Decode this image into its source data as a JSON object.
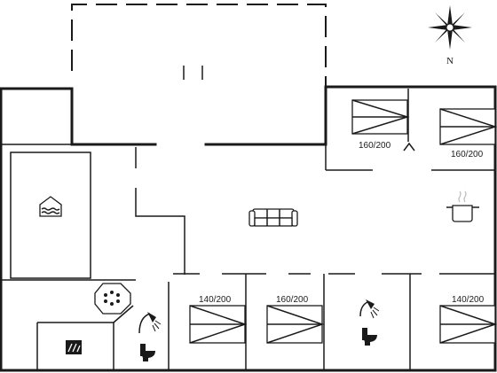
{
  "compass": {
    "north_label": "N"
  },
  "beds": [
    {
      "id": "bed-1",
      "label": "160/200"
    },
    {
      "id": "bed-2",
      "label": "160/200"
    },
    {
      "id": "bed-3",
      "label": "140/200"
    },
    {
      "id": "bed-4",
      "label": "160/200"
    },
    {
      "id": "bed-5",
      "label": "140/200"
    }
  ],
  "icons": {
    "pool": "pool-icon",
    "sofa": "sofa-icon",
    "cooking_pot": "cooking-pot-icon",
    "whirlpool": "whirlpool-icon",
    "sauna": "sauna-icon",
    "shower": "shower-icon",
    "toilet": "toilet-icon"
  },
  "colors": {
    "walls": "#1a1a1a",
    "background": "#ffffff"
  }
}
